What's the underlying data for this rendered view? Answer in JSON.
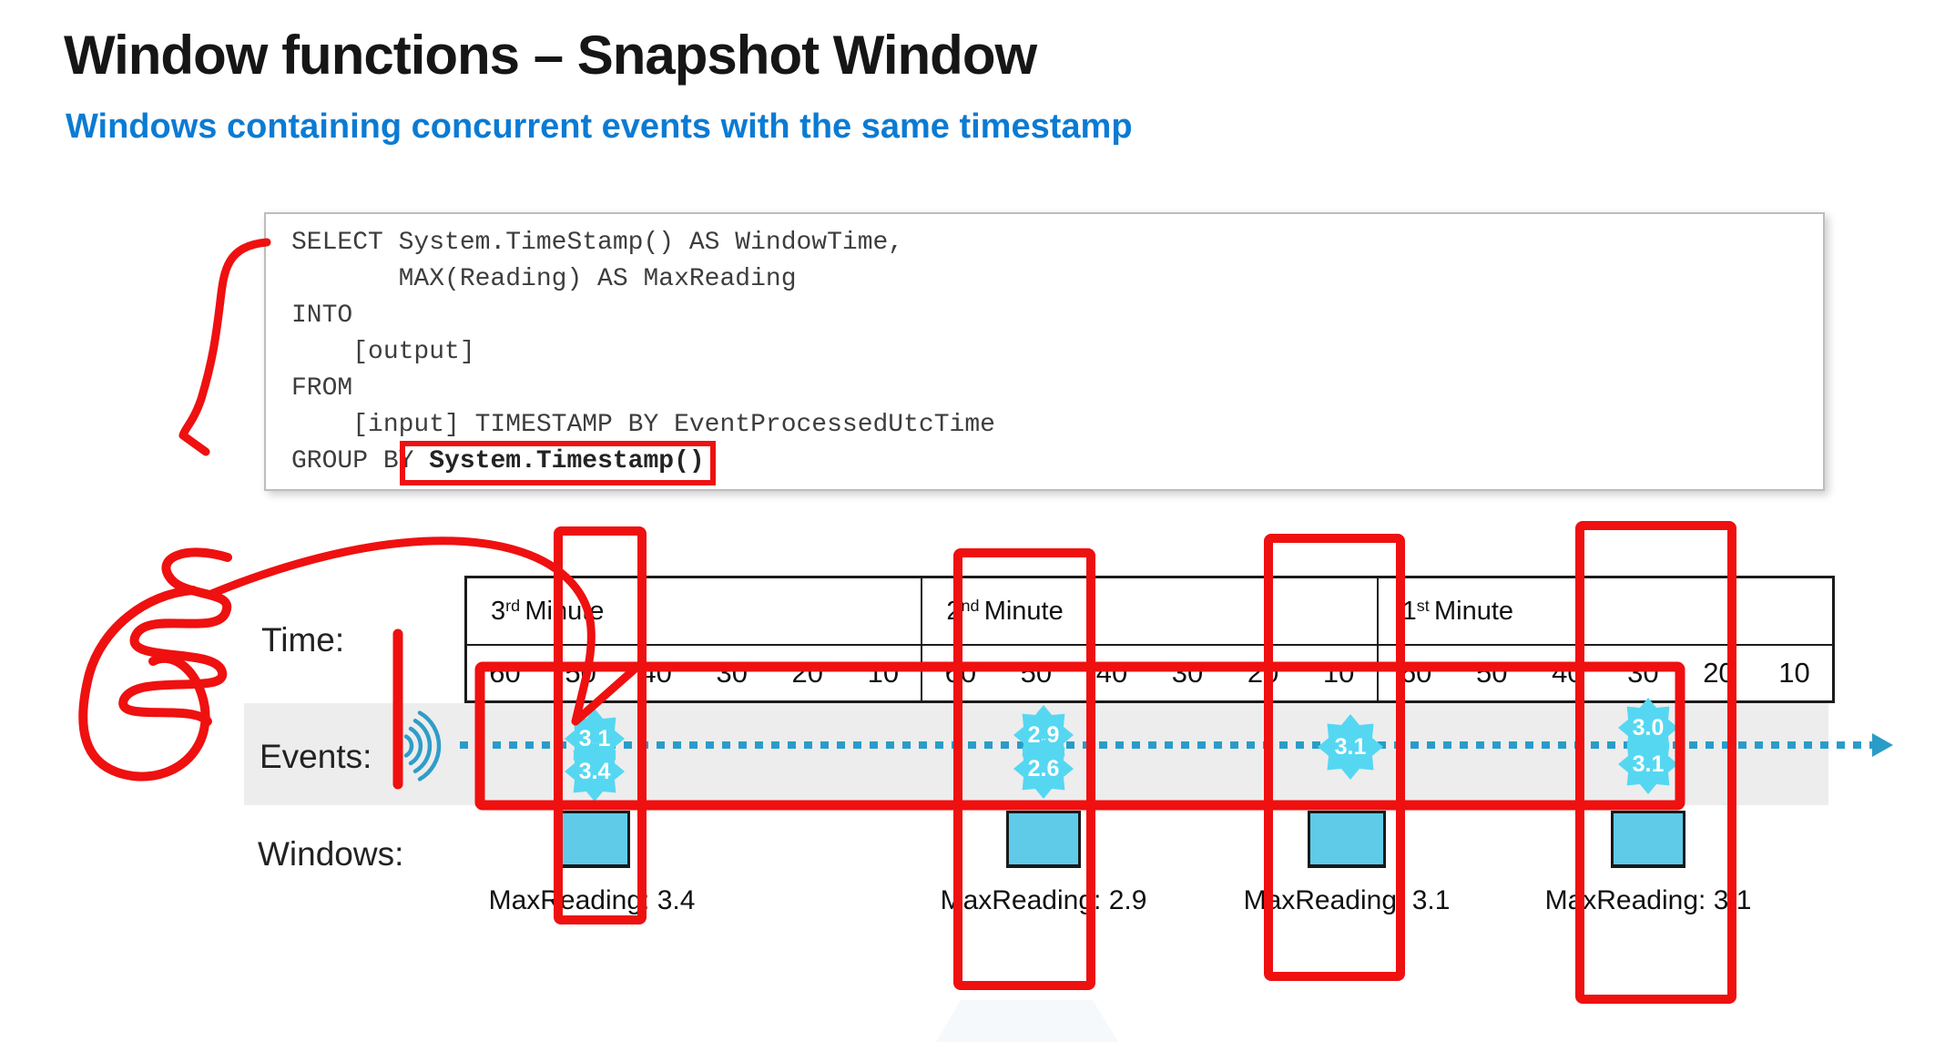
{
  "slide": {
    "title": "Window functions – Snapshot Window",
    "subtitle": "Windows containing concurrent events with the same timestamp"
  },
  "code_block": {
    "lines": [
      "SELECT System.TimeStamp() AS WindowTime,",
      "       MAX(Reading) AS MaxReading",
      "INTO",
      "    [output]",
      "FROM",
      "    [input] TIMESTAMP BY EventProcessedUtcTime"
    ],
    "group_by": {
      "prefix": "GROUP BY ",
      "highlighted": "System.Timestamp()"
    }
  },
  "timeline": {
    "row_labels": {
      "time": "Time:",
      "events": "Events:",
      "windows": "Windows:"
    },
    "minutes": [
      {
        "ordinal": "3",
        "suffix": "rd",
        "word": "Minute",
        "ticks": [
          "60",
          "50",
          "40",
          "30",
          "20",
          "10"
        ]
      },
      {
        "ordinal": "2",
        "suffix": "nd",
        "word": "Minute",
        "ticks": [
          "60",
          "50",
          "40",
          "30",
          "20",
          "10"
        ]
      },
      {
        "ordinal": "1",
        "suffix": "st",
        "word": "Minute",
        "ticks": [
          "60",
          "50",
          "40",
          "30",
          "20",
          "10"
        ]
      }
    ]
  },
  "event_clusters": [
    {
      "values": [
        "3.1",
        "3.4"
      ]
    },
    {
      "values": [
        "2.9",
        "2.6"
      ]
    },
    {
      "values": [
        "3.1"
      ]
    },
    {
      "values": [
        "3.0",
        "3.1"
      ]
    }
  ],
  "window_outputs": [
    {
      "label": "MaxReading: 3.4"
    },
    {
      "label": "MaxReading: 2.9"
    },
    {
      "label": "MaxReading: 3.1"
    },
    {
      "label": "MaxReading: 3.1"
    }
  ],
  "colors": {
    "subtitle_blue": "#0b7bd3",
    "event_badge_cyan": "#55d7f2",
    "window_square_cyan": "#5fcbe9",
    "dotted_line_teal": "#2a9cc8",
    "annotation_red": "#ee1111",
    "events_band_gray": "#ededed"
  }
}
